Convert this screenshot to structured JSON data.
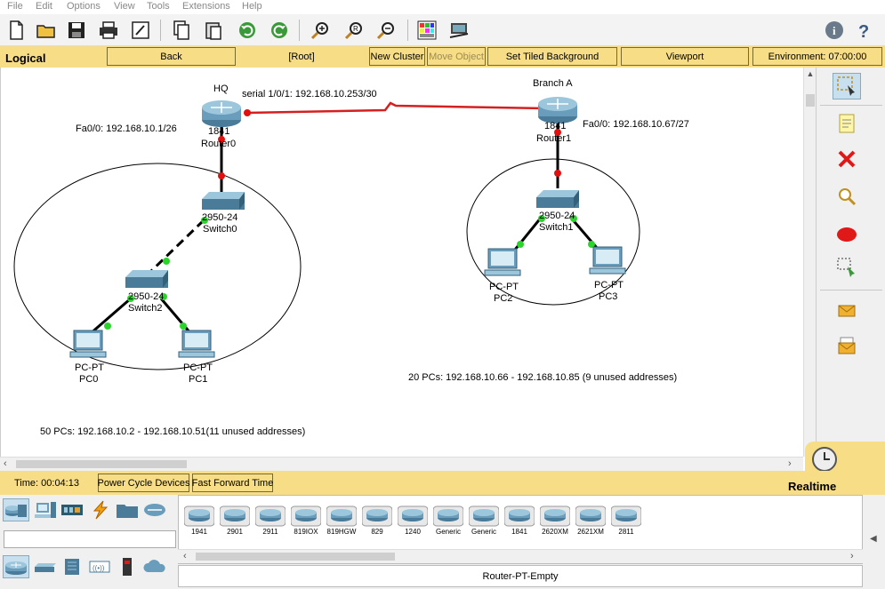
{
  "menu": [
    "File",
    "Edit",
    "Options",
    "View",
    "Tools",
    "Extensions",
    "Help"
  ],
  "navbar": {
    "tab": "Logical",
    "back": "Back",
    "root": "[Root]",
    "new_cluster": "New Cluster",
    "move_object": "Move Object",
    "tiled_bg": "Set Tiled Background",
    "viewport": "Viewport",
    "environment": "Environment: 07:00:00"
  },
  "topology": {
    "hq_label": "HQ",
    "branch_label": "Branch A",
    "serial_link": "serial 1/0/1: 192.168.10.253/30",
    "router0": {
      "model": "1841",
      "name": "Router0",
      "iface": "Fa0/0: 192.168.10.1/26"
    },
    "router1": {
      "model": "1841",
      "name": "Router1",
      "iface": "Fa0/0: 192.168.10.67/27"
    },
    "switch0": {
      "model": "2950-24",
      "name": "Switch0"
    },
    "switch1": {
      "model": "2950-24",
      "name": "Switch1"
    },
    "switch2": {
      "model": "2950-24",
      "name": "Switch2"
    },
    "pc0": {
      "model": "PC-PT",
      "name": "PC0"
    },
    "pc1": {
      "model": "PC-PT",
      "name": "PC1"
    },
    "pc2": {
      "model": "PC-PT",
      "name": "PC2"
    },
    "pc3": {
      "model": "PC-PT",
      "name": "PC3"
    },
    "note_hq": "50 PCs: 192.168.10.2 - 192.168.10.51(11 unused addresses)",
    "note_branch": "20 PCs: 192.168.10.66 - 192.168.10.85 (9 unused addresses)"
  },
  "timebar": {
    "time": "Time: 00:04:13",
    "power_cycle": "Power Cycle Devices",
    "fast_forward": "Fast Forward Time",
    "mode": "Realtime"
  },
  "devices": [
    "1941",
    "2901",
    "2911",
    "819IOX",
    "819HGW",
    "829",
    "1240",
    "Generic",
    "Generic",
    "1841",
    "2620XM",
    "2621XM",
    "2811"
  ],
  "selected_device": "Router-PT-Empty",
  "colors": {
    "accent": "#f7de86",
    "link_serial": "#d42020",
    "port_up": "#2bd42b",
    "port_down": "#e01010"
  }
}
